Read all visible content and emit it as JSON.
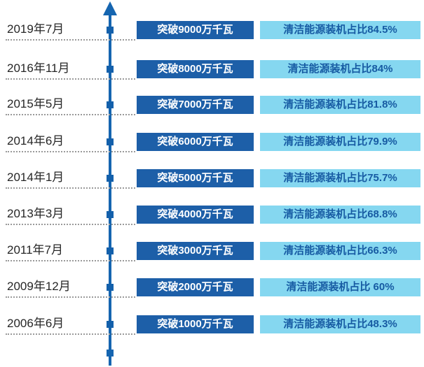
{
  "timeline": {
    "colors": {
      "axis": "#1565b0",
      "milestone_bg": "#1d5fa8",
      "milestone_text": "#ffffff",
      "share_bg": "#85d7f0",
      "share_text": "#175ba3",
      "date_text": "#262626",
      "dotted_line": "#9a9a9a"
    },
    "rows": [
      {
        "date": "2019年7月",
        "milestone": "突破9000万千瓦",
        "share": "清洁能源装机占比84.5%"
      },
      {
        "date": "2016年11月",
        "milestone": "突破8000万千瓦",
        "share": "清洁能源装机占比84%"
      },
      {
        "date": "2015年5月",
        "milestone": "突破7000万千瓦",
        "share": "清洁能源装机占比81.8%"
      },
      {
        "date": "2014年6月",
        "milestone": "突破6000万千瓦",
        "share": "清洁能源装机占比79.9%"
      },
      {
        "date": "2014年1月",
        "milestone": "突破5000万千瓦",
        "share": "清洁能源装机占比75.7%"
      },
      {
        "date": "2013年3月",
        "milestone": "突破4000万千瓦",
        "share": "清洁能源装机占比68.8%"
      },
      {
        "date": "2011年7月",
        "milestone": "突破3000万千瓦",
        "share": "清洁能源装机占比66.3%"
      },
      {
        "date": "2009年12月",
        "milestone": "突破2000万千瓦",
        "share": "清洁能源装机占比 60%"
      },
      {
        "date": "2006年6月",
        "milestone": "突破1000万千瓦",
        "share": "清洁能源装机占比48.3%"
      }
    ]
  },
  "chart_data": {
    "type": "timeline",
    "title": "",
    "unit_capacity": "万千瓦",
    "rows": [
      {
        "date": "2019年7月",
        "capacity_wan_kw": 9000,
        "clean_energy_share_pct": 84.5
      },
      {
        "date": "2016年11月",
        "capacity_wan_kw": 8000,
        "clean_energy_share_pct": 84
      },
      {
        "date": "2015年5月",
        "capacity_wan_kw": 7000,
        "clean_energy_share_pct": 81.8
      },
      {
        "date": "2014年6月",
        "capacity_wan_kw": 6000,
        "clean_energy_share_pct": 79.9
      },
      {
        "date": "2014年1月",
        "capacity_wan_kw": 5000,
        "clean_energy_share_pct": 75.7
      },
      {
        "date": "2013年3月",
        "capacity_wan_kw": 4000,
        "clean_energy_share_pct": 68.8
      },
      {
        "date": "2011年7月",
        "capacity_wan_kw": 3000,
        "clean_energy_share_pct": 66.3
      },
      {
        "date": "2009年12月",
        "capacity_wan_kw": 2000,
        "clean_energy_share_pct": 60
      },
      {
        "date": "2006年6月",
        "capacity_wan_kw": 1000,
        "clean_energy_share_pct": 48.3
      }
    ],
    "layout": "vertical timeline, newest at top, upward arrow axis"
  }
}
